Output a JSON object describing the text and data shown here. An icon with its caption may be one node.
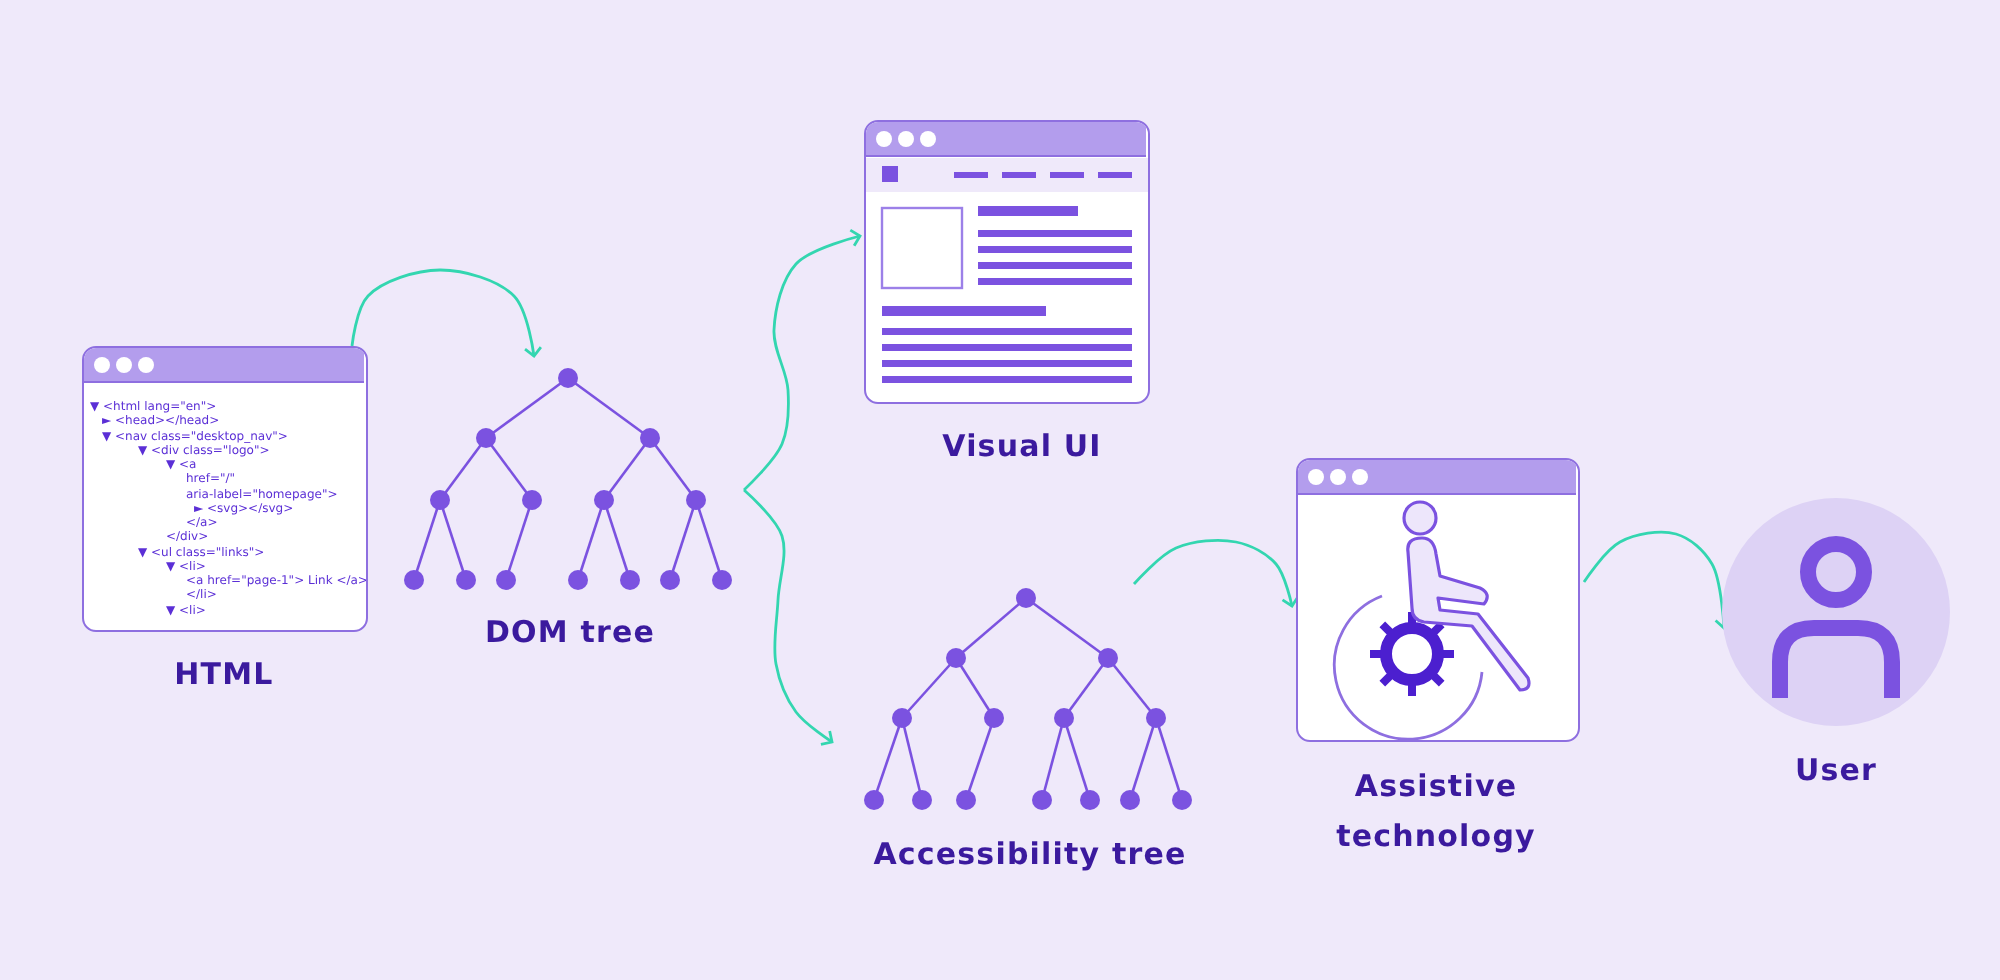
{
  "diagram": {
    "nodes": [
      {
        "text": [
          "▼ <html lang=\"en\">",
          "► <head></head>",
          "▼ <nav class=\"desktop_nav\">",
          "▼ <div class=\"logo\">",
          "▼ <a",
          "href=\"/\"",
          "aria-label=\"homepage\">",
          "► <svg></svg>",
          "</a>",
          "</div>",
          "▼ <ul class=\"links\">",
          "▼ <li>",
          "<a href=\"page-1\"> Link </a>",
          "</li>",
          "▼ <li>"
        ],
        "beside": [
          "HTML"
        ]
      },
      {
        "text": [],
        "shape": "picture",
        "beside": [
          "DOM tree"
        ]
      },
      {
        "text": [],
        "shape": "picture",
        "beside": [
          "Visual UI"
        ]
      },
      {
        "text": [],
        "shape": "picture",
        "beside": [
          "Accessibility tree"
        ]
      },
      {
        "text": [],
        "shape": "picture",
        "beside": [
          "Assistive technology"
        ]
      },
      {
        "text": [],
        "shape": "circle",
        "beside": [
          "User"
        ]
      }
    ],
    "edges": [
      {
        "from": 0,
        "to": 1,
        "arrow": "to"
      },
      {
        "from": 1,
        "to": 2,
        "arrow": "to"
      },
      {
        "from": 1,
        "to": 3,
        "arrow": "to"
      },
      {
        "from": 3,
        "to": 4,
        "arrow": "to"
      },
      {
        "from": 4,
        "to": 5,
        "arrow": "to"
      }
    ]
  }
}
